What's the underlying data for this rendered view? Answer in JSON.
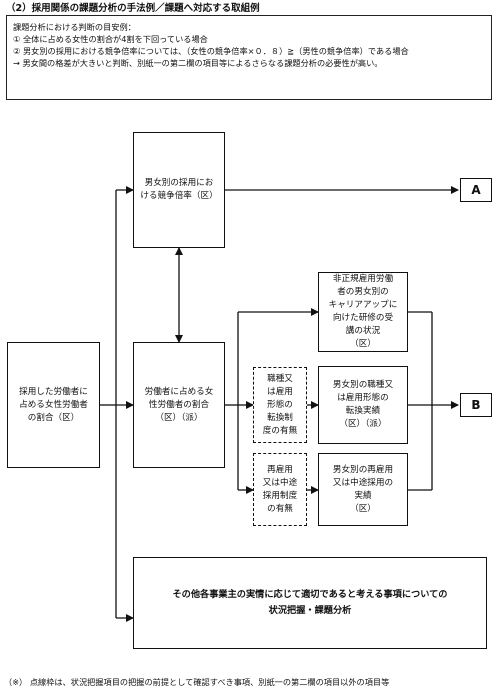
{
  "title": "（2）採用関係の課題分析の手法例／課題へ対応する取組例",
  "criteria": {
    "heading": "課題分析における判断の目安例：",
    "items": [
      "①  全体に占める女性の割合が4割を下回っている場合",
      "②  男女別の採用における競争倍率については、（女性の競争倍率×０．８）≧（男性の競争倍率）である場合",
      "→  男女間の格差が大きいと判断、別紙一の第二欄の項目等によるさらなる課題分析の必要性が高い。"
    ]
  },
  "nodes": {
    "start": "採用した労働者に\n占める女性労働者\nの割合（区）",
    "competition": "男女別の採用にお\nける競争倍率（区）",
    "female_ratio": "労働者に占める女\n性労働者の割合\n（区）（派）",
    "career_training": "非正規雇用労働\n者の男女別の\nキャリアアップに\n向けた研修の受\n講の状況\n（区）",
    "conversion_system": "職種又\nは雇用\n形態の\n転換制\n度の有無",
    "conversion_result": "男女別の職種又\nは雇用形態の\n転換実績\n（区）（派）",
    "rehire_system": "再雇用\n又は中途\n採用制度\nの有無",
    "rehire_result": "男女別の再雇用\n又は中途採用の\n実績\n（区）",
    "other": "その他各事業主の実情に応じて適切であると考える事項についての\n状況把握・課題分析"
  },
  "terminals": {
    "a": "A",
    "b": "B"
  },
  "footnote": "（※）  点線枠は、状況把握項目の把握の前提として確認すべき事項、別紙一の第二欄の項目以外の項目等"
}
